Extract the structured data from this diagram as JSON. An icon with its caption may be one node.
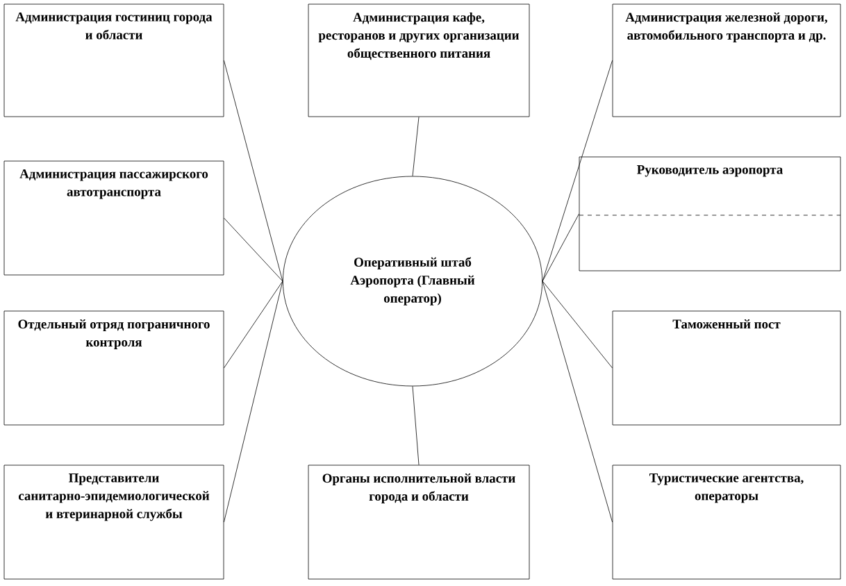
{
  "diagram": {
    "nodes": [
      {
        "text": [
          "Администрация гостиниц города и области"
        ]
      },
      {
        "text": [
          "Администрация кафе, ресторанов и других организации общественного питания"
        ]
      },
      {
        "text": [
          "Администрация железной дороги, автомобильного транспорта и др."
        ]
      },
      {
        "text": [
          "Администрация пассажирского автотранспорта"
        ]
      },
      {
        "text": [
          "Руководитель аэропорта"
        ]
      },
      {
        "text": [
          "Оперативный штаб Аэропорта (Главный оператор)"
        ]
      },
      {
        "text": [
          "Отдельный отряд пограничного контроля"
        ]
      },
      {
        "text": [
          "Таможенный пост"
        ]
      },
      {
        "text": [
          "Представители санитарно-эпидемиологической и втеринарной службы"
        ]
      },
      {
        "text": [
          "Органы исполнительной власти города и области"
        ]
      },
      {
        "text": [
          "Туристические агентства, операторы"
        ]
      }
    ],
    "edges": [
      {
        "from": 5,
        "to": 0,
        "arrow": "none"
      },
      {
        "from": 5,
        "to": 1,
        "arrow": "none"
      },
      {
        "from": 5,
        "to": 2,
        "arrow": "none"
      },
      {
        "from": 5,
        "to": 3,
        "arrow": "none"
      },
      {
        "from": 5,
        "to": 4,
        "arrow": "none"
      },
      {
        "from": 5,
        "to": 6,
        "arrow": "none"
      },
      {
        "from": 5,
        "to": 7,
        "arrow": "none"
      },
      {
        "from": 5,
        "to": 8,
        "arrow": "none"
      },
      {
        "from": 5,
        "to": 9,
        "arrow": "none"
      },
      {
        "from": 5,
        "to": 10,
        "arrow": "none"
      }
    ]
  }
}
